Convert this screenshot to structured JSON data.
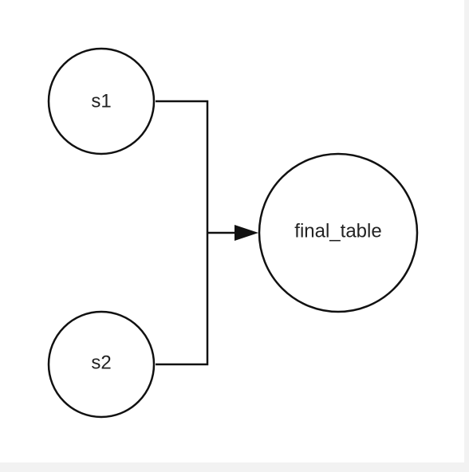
{
  "diagram": {
    "nodes": [
      {
        "id": "s1",
        "label": "s1"
      },
      {
        "id": "s2",
        "label": "s2"
      },
      {
        "id": "final_table",
        "label": "final_table"
      }
    ],
    "edges": [
      {
        "from": "s1",
        "to": "final_table"
      },
      {
        "from": "s2",
        "to": "final_table"
      }
    ],
    "colors": {
      "stroke": "#111111",
      "node_fill": "#ffffff",
      "background": "#ffffff"
    }
  }
}
